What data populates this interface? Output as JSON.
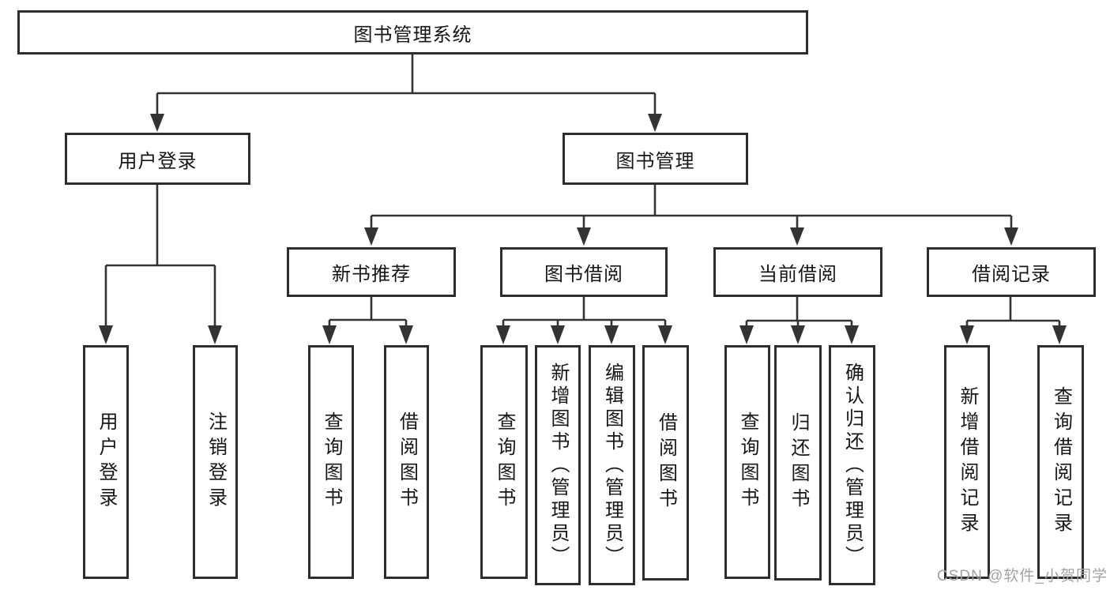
{
  "diagram": {
    "title": "图书管理系统",
    "children": [
      {
        "label": "用户登录",
        "children": [
          {
            "label": "用户登录"
          },
          {
            "label": "注销登录"
          }
        ]
      },
      {
        "label": "图书管理",
        "children": [
          {
            "label": "新书推荐",
            "children": [
              {
                "label": "查询图书"
              },
              {
                "label": "借阅图书"
              }
            ]
          },
          {
            "label": "图书借阅",
            "children": [
              {
                "label": "查询图书"
              },
              {
                "label": "新增图书（管理员）"
              },
              {
                "label": "编辑图书（管理员）"
              },
              {
                "label": "借阅图书"
              }
            ]
          },
          {
            "label": "当前借阅",
            "children": [
              {
                "label": "查询图书"
              },
              {
                "label": "归还图书"
              },
              {
                "label": "确认归还（管理员）"
              }
            ]
          },
          {
            "label": "借阅记录",
            "children": [
              {
                "label": "新增借阅记录"
              },
              {
                "label": "查询借阅记录"
              }
            ]
          }
        ]
      }
    ]
  },
  "watermark": {
    "text": "CSDN @软件_小贺同学"
  },
  "colors": {
    "background": "#ffffff",
    "box_border": "#2d2d2d",
    "connector_line": "#333333",
    "text": "#161616",
    "watermark_text": "#a3a3a3"
  }
}
